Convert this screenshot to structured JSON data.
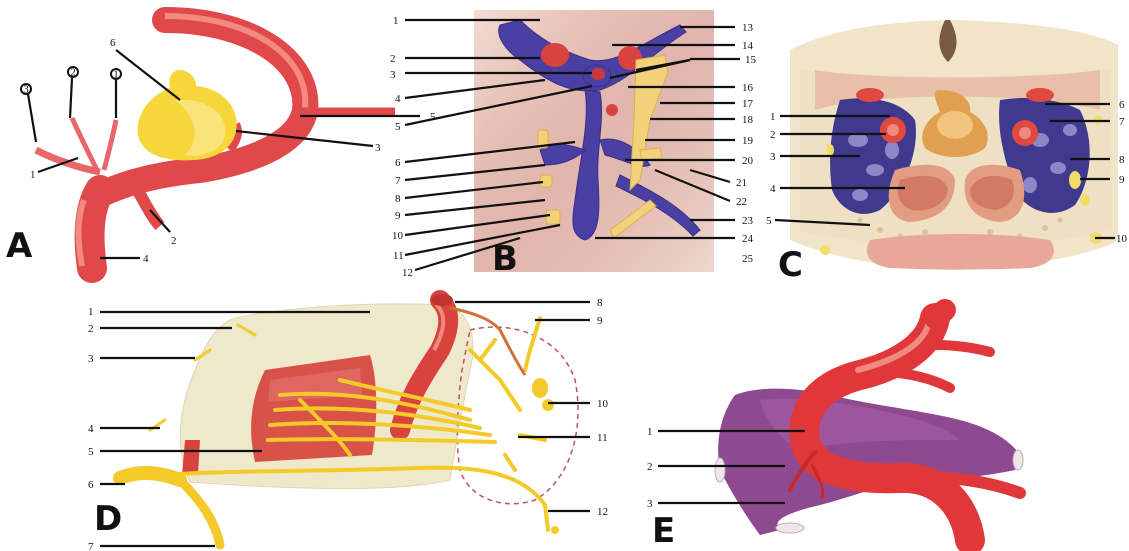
{
  "panels": [
    {
      "id": "A",
      "letter": "A",
      "labels": [
        "1",
        "2",
        "3",
        "4",
        "5",
        "6",
        "2",
        "3"
      ],
      "circled_labels": [
        "1",
        "2",
        "3"
      ]
    },
    {
      "id": "B",
      "letter": "B",
      "labels": [
        "1",
        "2",
        "3",
        "4",
        "5",
        "6",
        "7",
        "8",
        "9",
        "10",
        "11",
        "12",
        "13",
        "14",
        "15",
        "16",
        "17",
        "18",
        "19",
        "20",
        "21",
        "22",
        "23",
        "24",
        "25"
      ]
    },
    {
      "id": "C",
      "letter": "C",
      "labels": [
        "1",
        "2",
        "3",
        "4",
        "5",
        "6",
        "7",
        "8",
        "9",
        "10"
      ]
    },
    {
      "id": "D",
      "letter": "D",
      "labels": [
        "1",
        "2",
        "3",
        "4",
        "5",
        "6",
        "7",
        "8",
        "9",
        "10",
        "11",
        "12"
      ]
    },
    {
      "id": "E",
      "letter": "E",
      "labels": [
        "1",
        "2",
        "3"
      ]
    }
  ],
  "colors": {
    "artery": "#e03b3b",
    "artery_light": "#f07e72",
    "vein": "#4a3f9e",
    "gland": "#f4d63a",
    "nerve": "#f4c92a",
    "tissue": "#eee6c8",
    "bone": "#f2dcc0",
    "sinus_purple": "#8c4a8e"
  }
}
